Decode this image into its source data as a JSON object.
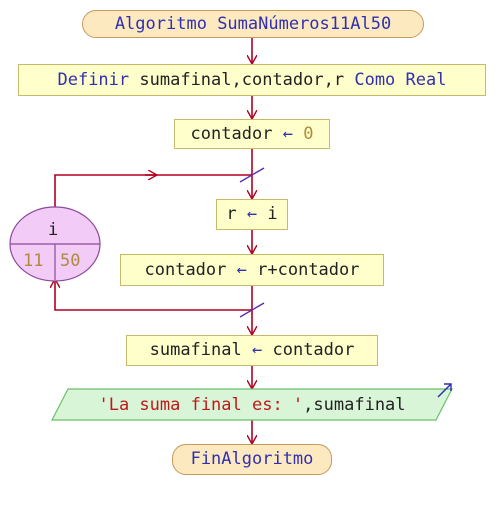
{
  "start": {
    "keyword": "Algoritmo",
    "name": "SumaNúmeros11Al50"
  },
  "define": {
    "keyword": "Definir",
    "vars": "sumafinal,contador,r",
    "keyword2": "Como",
    "type": "Real"
  },
  "assign1": {
    "var": "contador",
    "arrow": "←",
    "value": "0"
  },
  "loop": {
    "var": "i",
    "start": "11",
    "end": "50"
  },
  "assign2": {
    "var": "r",
    "arrow": "←",
    "value": "i"
  },
  "assign3": {
    "var": "contador",
    "arrow": "←",
    "value": "r+contador"
  },
  "assign4": {
    "var": "sumafinal",
    "arrow": "←",
    "value": "contador"
  },
  "output": {
    "string": "'La suma final es: '",
    "rest": ",sumafinal"
  },
  "end": {
    "keyword": "FinAlgoritmo"
  },
  "colors": {
    "flow_line": "#b00020",
    "loop_fill": "#f2ccf7",
    "loop_border": "#8a4a9a",
    "output_fill": "#d8f5d8",
    "output_border": "#6abf6a"
  }
}
